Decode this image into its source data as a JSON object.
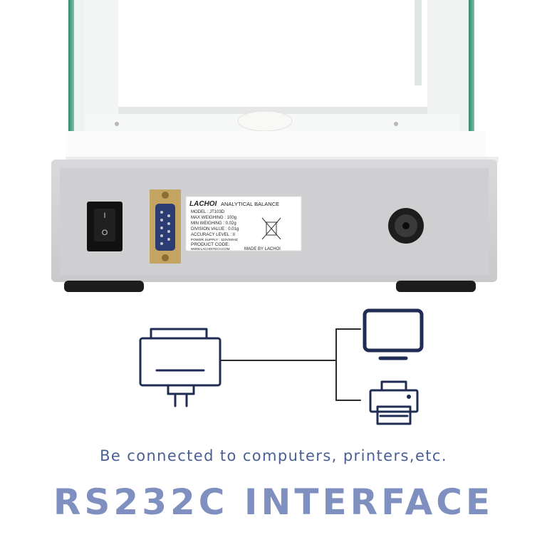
{
  "product_label": {
    "brand": "LACHOI",
    "product_type": "ANALYTICAL BALANCE",
    "model": "MODEL : JT103D",
    "max_weighing": "MAX WEIGHING : 100g",
    "min_weighing": "MIN WEIGHING : 0.02g",
    "division_value": "DIVISION VALUE : 0.01g",
    "accuracy_level": "ACCURACY LEVEL : II",
    "power_supply": "POWER SUPPLY : 110V/60HZ",
    "product_code": "PRODUCT CODE:",
    "website": "WWW.LACHOITECH.COM",
    "made_by": "MADE BY LACHOI"
  },
  "switch_marks": {
    "on": "I",
    "off": "O"
  },
  "subtitle": "Be connected to computers, printers,etc.",
  "title": "RS232C INTERFACE",
  "colors": {
    "icon_navy": "#1f2d55",
    "subtitle": "#4a5f93",
    "title": "#7f8fc0",
    "panel_grey": "#d3d3d5"
  },
  "icons": [
    "serial-port-icon",
    "computer-monitor-icon",
    "printer-icon",
    "weee-bin-icon"
  ]
}
